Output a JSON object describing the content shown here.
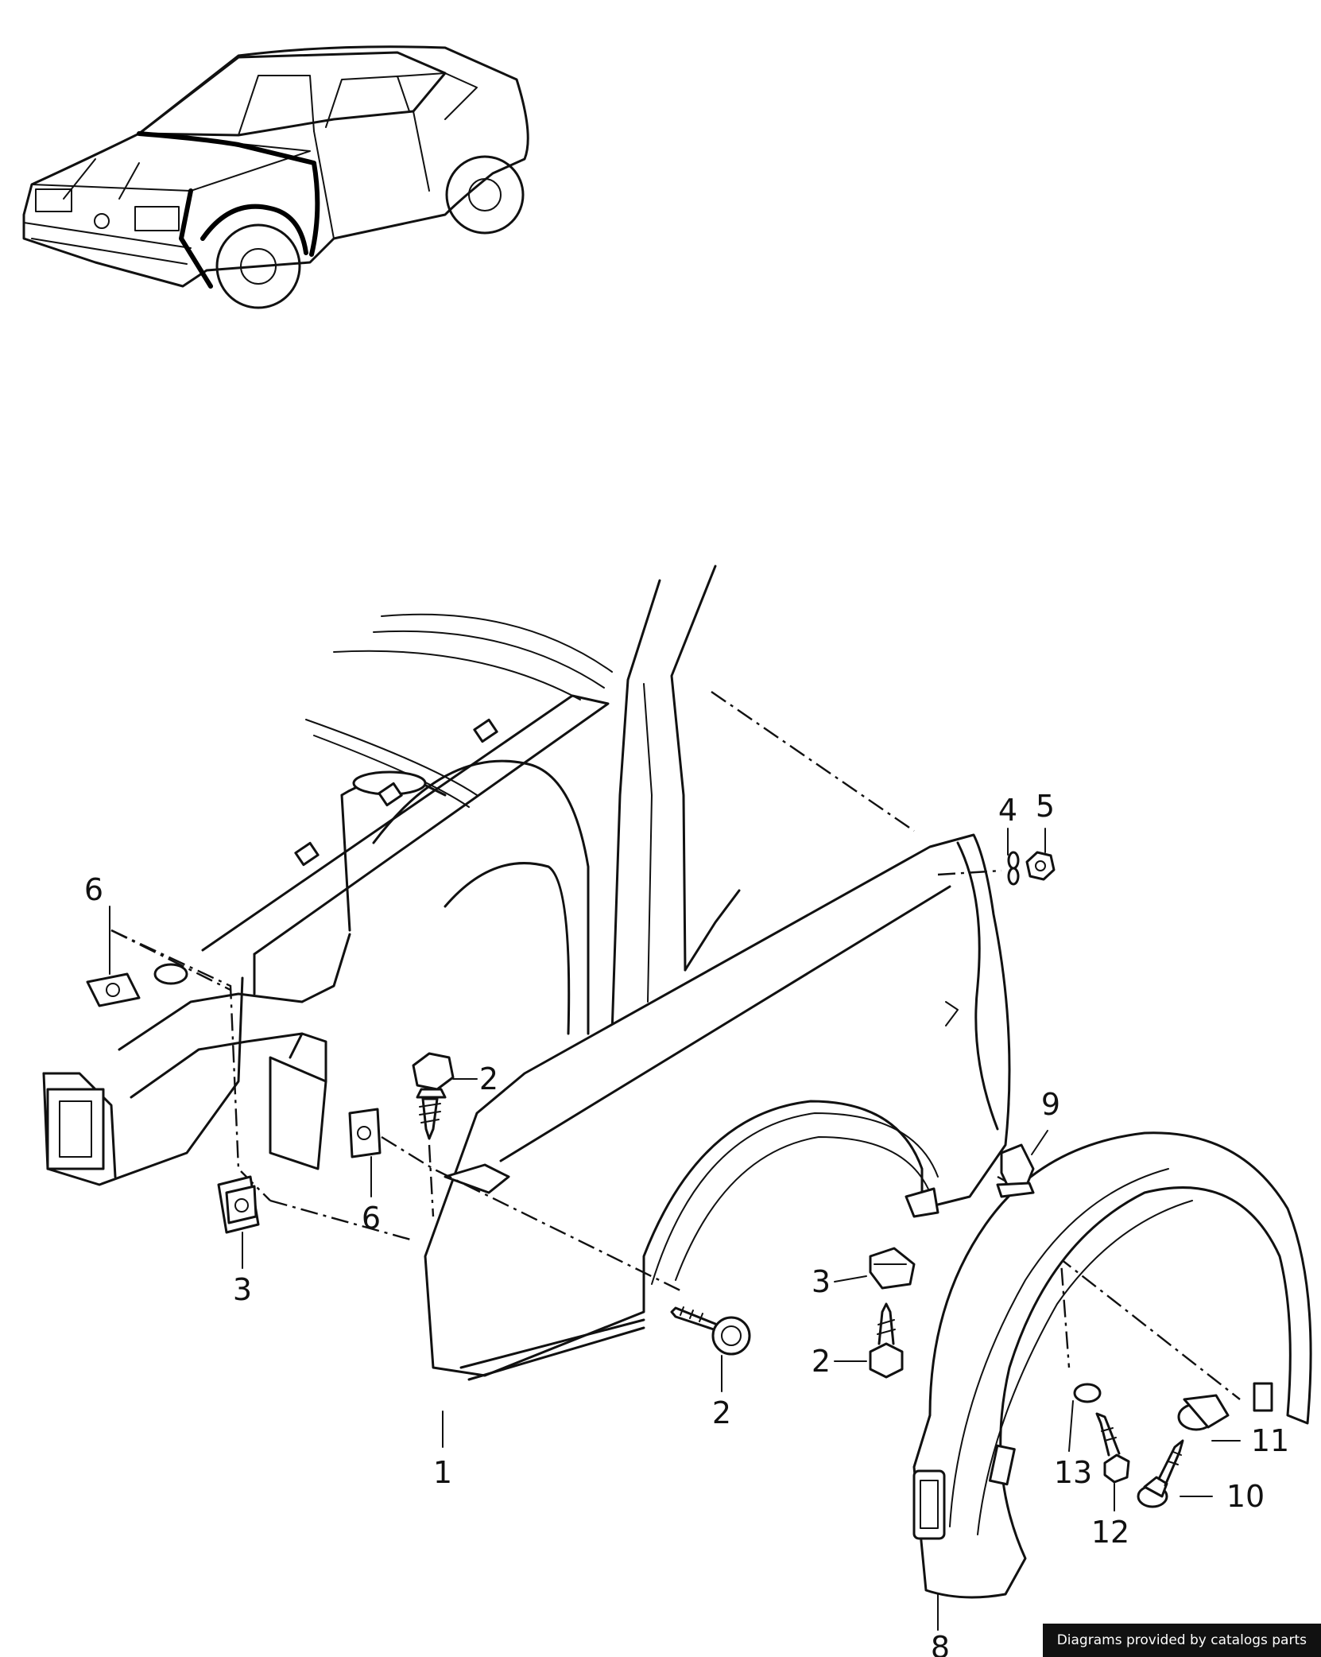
{
  "callouts": [
    {
      "id": "c1",
      "label": "1"
    },
    {
      "id": "c2a",
      "label": "2"
    },
    {
      "id": "c2b",
      "label": "2"
    },
    {
      "id": "c2c",
      "label": "2"
    },
    {
      "id": "c3a",
      "label": "3"
    },
    {
      "id": "c3b",
      "label": "3"
    },
    {
      "id": "c4",
      "label": "4"
    },
    {
      "id": "c5",
      "label": "5"
    },
    {
      "id": "c6a",
      "label": "6"
    },
    {
      "id": "c6b",
      "label": "6"
    },
    {
      "id": "c8",
      "label": "8"
    },
    {
      "id": "c9",
      "label": "9"
    },
    {
      "id": "c10",
      "label": "10"
    },
    {
      "id": "c11",
      "label": "11"
    },
    {
      "id": "c12",
      "label": "12"
    },
    {
      "id": "c13",
      "label": "13"
    }
  ],
  "footer": {
    "text": "Diagrams provided by catalogs parts"
  }
}
